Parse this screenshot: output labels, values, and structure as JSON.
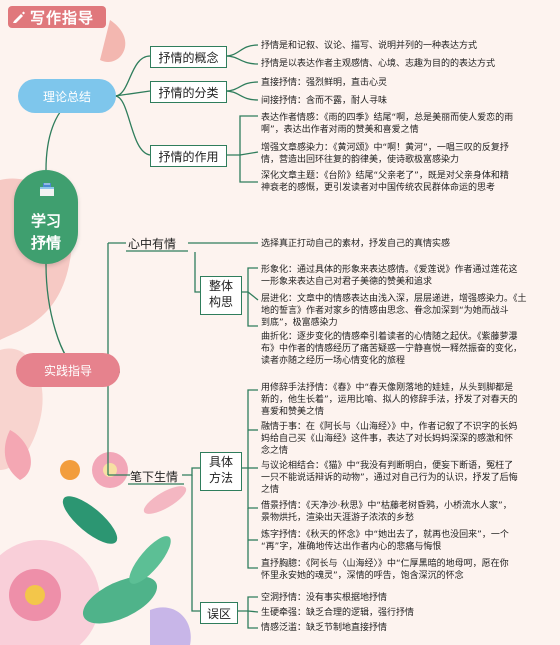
{
  "header": {
    "title": "写作指导"
  },
  "center": {
    "line1": "学习",
    "line2": "抒情"
  },
  "theory": {
    "label": "理论总结",
    "concept": {
      "label": "抒情的概念",
      "items": [
        "抒情是和记叙、议论、描写、说明并列的一种表达方式",
        "抒情是以表达作者主观感情、心境、志趣为目的的表达方式"
      ]
    },
    "types": {
      "label": "抒情的分类",
      "items": [
        "直接抒情：强烈鲜明，直击心灵",
        "间接抒情：含而不露，耐人寻味"
      ]
    },
    "function": {
      "label": "抒情的作用",
      "items": [
        [
          "表达作者情感：《雨的四季》结尾“啊，总是美丽而使人爱恋的雨",
          "啊”，表达出作者对雨的赞美和喜爱之情"
        ],
        [
          "增强文章感染力：《黄河颂》中“啊！黄河”，一唱三叹的反复抒",
          "情，营造出回环往复的韵律美，使诗歌极富感染力"
        ],
        [
          "深化文章主题：《台阶》结尾“父亲老了”，既是对父亲身体和精",
          "神衰老的感慨，更引发读者对中国传统农民群体命运的思考"
        ]
      ]
    }
  },
  "practice": {
    "label": "实践指导",
    "heart": {
      "label": "心中有情",
      "item": "选择真正打动自己的素材，抒发自己的真情实感"
    },
    "structure": {
      "label_l1": "整体",
      "label_l2": "构思",
      "items": [
        [
          "形象化：通过具体的形象来表达感情。《爱莲说》作者通过莲花这",
          "一形象来表达自己对君子美德的赞美和追求"
        ],
        [
          "层进化：文章中的情感表达由浅入深，层层递进，增强感染力。《土",
          "地的誓言》作者对家乡的情感由思念、眷念加深到“为她而战斗",
          "到底”，极富感染力"
        ],
        [
          "曲折化：逐步变化的情感牵引着读者的心情随之起伏。《紫藤萝瀑",
          "布》中作者的情感经历了痛苦疑惑一宁静喜悦一释然振奋的变化，",
          "读者亦随之经历一场心情变化的旅程"
        ]
      ]
    },
    "writing": {
      "label": "笔下生情",
      "methods": {
        "label_l1": "具体",
        "label_l2": "方法",
        "items": [
          [
            "用修辞手法抒情：《春》中“春天像刚落地的娃娃，从头到脚都是",
            "新的，他生长着”，运用比喻、拟人的修辞手法，抒发了对春天的",
            "喜爱和赞美之情"
          ],
          [
            "融情于事：在《阿长与〈山海经〉》中，作者记叙了不识字的长妈",
            "妈给自己买《山海经》这件事，表达了对长妈妈深深的感激和怀",
            "念之情"
          ],
          [
            "与议论相结合：《猫》中“我没有判断明白，便妄下断语，冤枉了",
            "一只不能说话辩诉的动物”，通过对自己行为的认识，抒发了后悔",
            "之情"
          ],
          [
            "借景抒情：《天净沙·秋思》中“枯藤老树昏鸦，小桥流水人家”，",
            "景物烘托，渲染出天涯游子浓浓的乡愁"
          ],
          [
            "炼字抒情：《秋天的怀念》中“她出去了，就再也没回来”，一个",
            "“再”字，准确地传达出作者内心的悲痛与悔恨"
          ],
          [
            "直抒胸臆：《阿长与〈山海经〉》中“仁厚黑暗的地母呵，愿在你",
            "怀里永安她的魂灵”，深情的呼告，饱含深沉的怀念"
          ]
        ]
      },
      "mistakes": {
        "label": "误区",
        "items": [
          "空洞抒情：没有事实根据地抒情",
          "生硬牵强：缺乏合理的逻辑，强行抒情",
          "情感泛滥：缺乏节制地直接抒情"
        ]
      }
    }
  },
  "colors": {
    "green": "#3f9f6f",
    "pink": "#e6828d",
    "badge": "#e0787c",
    "line": "#2f7d5c"
  }
}
